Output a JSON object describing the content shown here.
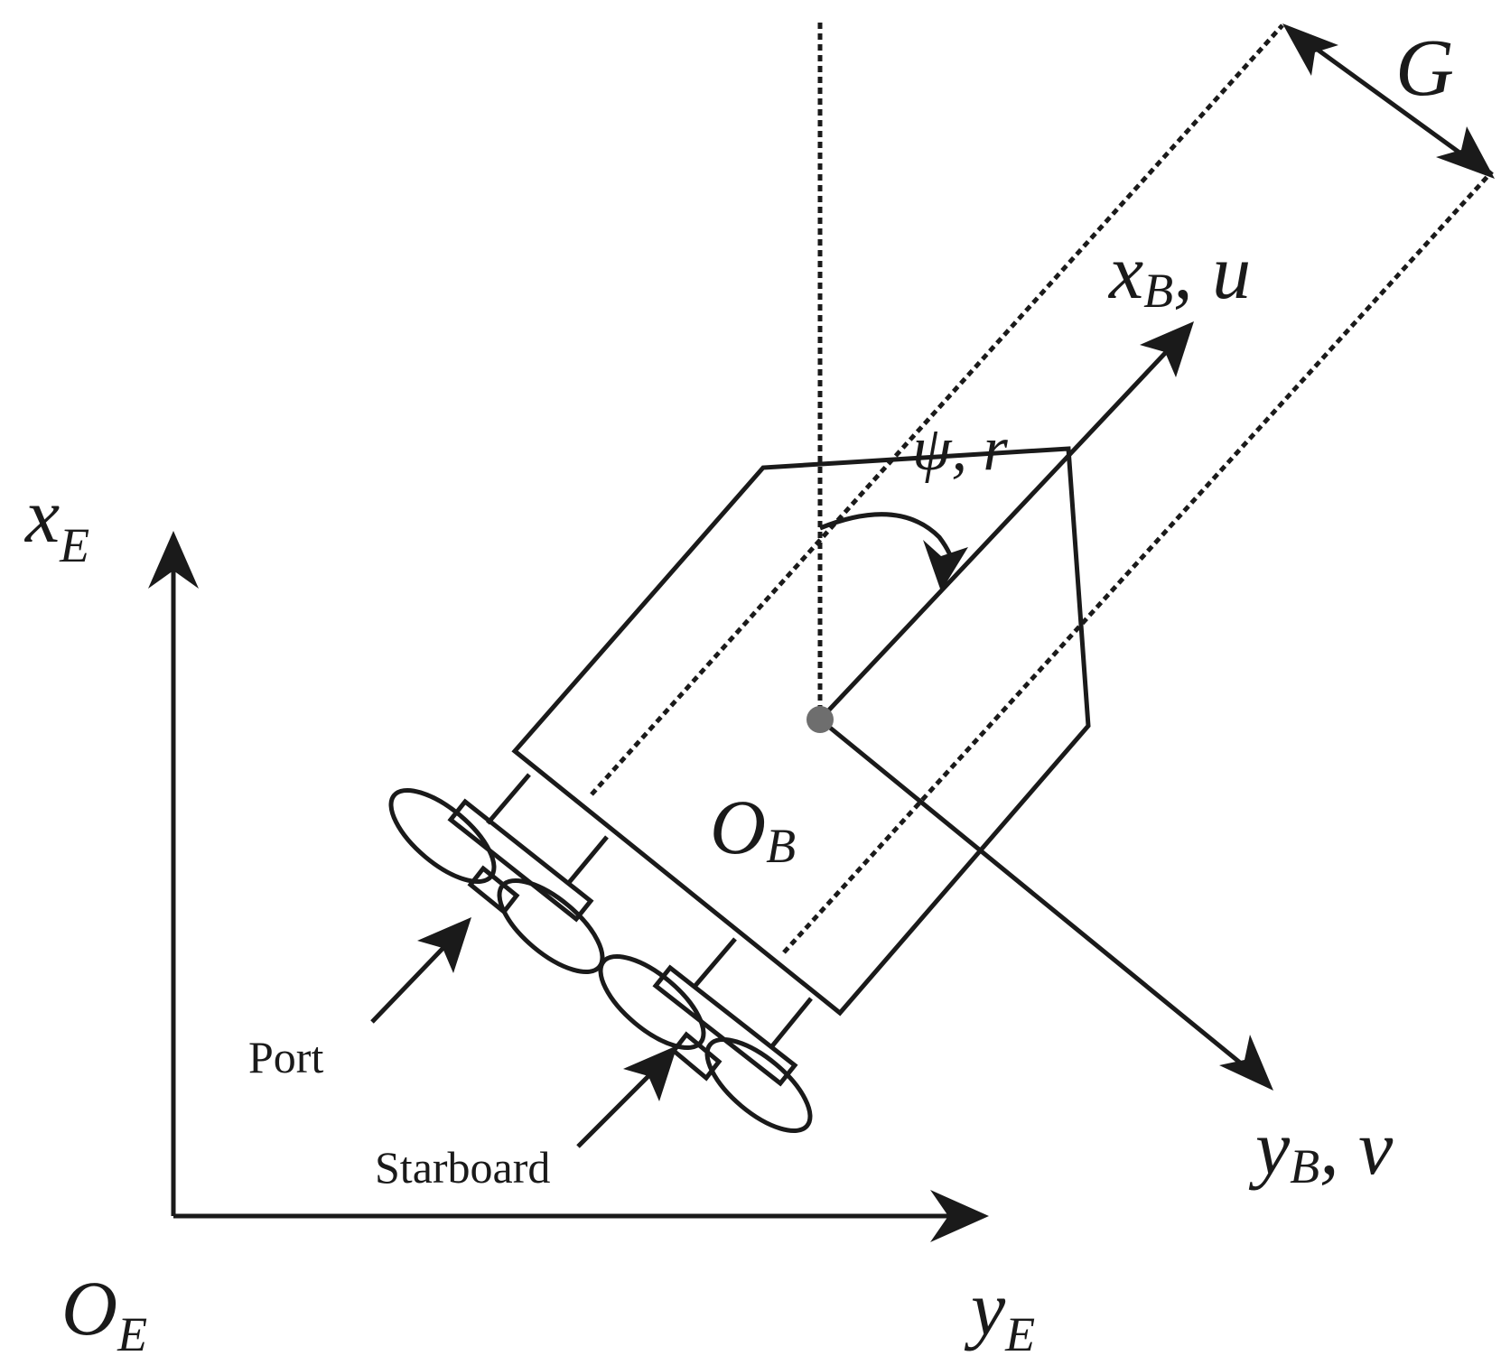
{
  "labels": {
    "xE": {
      "main": "x",
      "sub": "E"
    },
    "yE": {
      "main": "y",
      "sub": "E"
    },
    "OE": {
      "main": "O",
      "sub": "E"
    },
    "OB": {
      "main": "O",
      "sub": "B"
    },
    "xB_u": {
      "main": "x",
      "sub": "B",
      "tail": ", u"
    },
    "yB_v": {
      "main": "y",
      "sub": "B",
      "tail": ", v"
    },
    "psi_r": "ψ, r",
    "G": "G",
    "port": "Port",
    "starboard": "Starboard"
  }
}
